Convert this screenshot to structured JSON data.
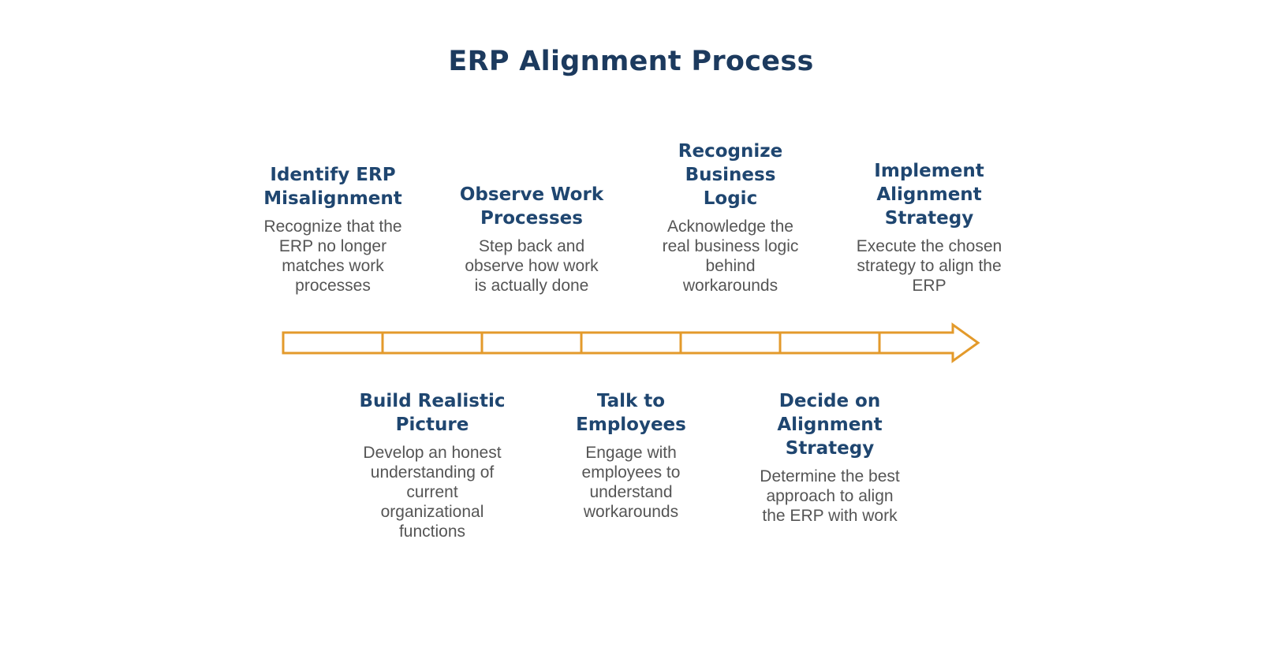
{
  "title": "ERP Alignment Process",
  "colors": {
    "title": "#1c3a5e",
    "heading": "#1f4670",
    "description": "#555555",
    "timeline": "#e39a2b"
  },
  "steps": [
    {
      "heading_lines": [
        "Identify ERP",
        "Misalignment"
      ],
      "desc_lines": [
        "Recognize that the",
        "ERP no longer",
        "matches work",
        "processes"
      ],
      "position": "above"
    },
    {
      "heading_lines": [
        "Build Realistic",
        "Picture"
      ],
      "desc_lines": [
        "Develop an honest",
        "understanding of",
        "current",
        "organizational",
        "functions"
      ],
      "position": "below"
    },
    {
      "heading_lines": [
        "Observe Work",
        "Processes"
      ],
      "desc_lines": [
        "Step back and",
        "observe how work",
        "is actually done"
      ],
      "position": "above"
    },
    {
      "heading_lines": [
        "Talk to",
        "Employees"
      ],
      "desc_lines": [
        "Engage with",
        "employees to",
        "understand",
        "workarounds"
      ],
      "position": "below"
    },
    {
      "heading_lines": [
        "Recognize",
        "Business",
        "Logic"
      ],
      "desc_lines": [
        "Acknowledge the",
        "real business logic",
        "behind",
        "workarounds"
      ],
      "position": "above"
    },
    {
      "heading_lines": [
        "Decide on",
        "Alignment",
        "Strategy"
      ],
      "desc_lines": [
        "Determine the best",
        "approach to align",
        "the ERP with work"
      ],
      "position": "below"
    },
    {
      "heading_lines": [
        "Implement",
        "Alignment",
        "Strategy"
      ],
      "desc_lines": [
        "Execute the chosen",
        "strategy to align the",
        "ERP"
      ],
      "position": "above"
    }
  ]
}
